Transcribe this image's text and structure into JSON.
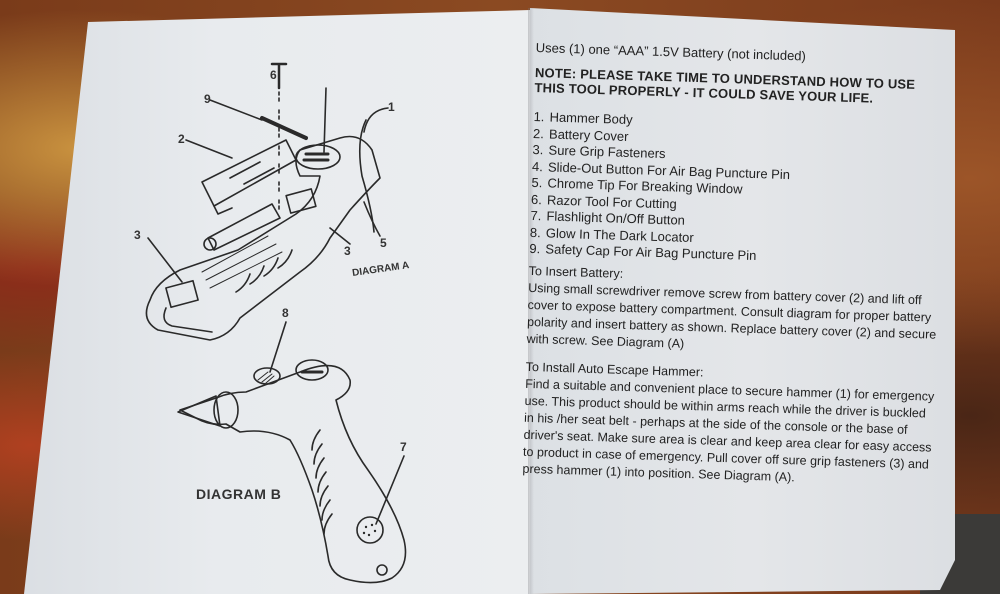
{
  "document": {
    "type": "instruction-sheet",
    "subject": "Auto Escape Hammer"
  },
  "diagrams": {
    "diagram_a": {
      "label": "DIAGRAM A",
      "callouts": [
        "1",
        "2",
        "3",
        "3",
        "5",
        "6",
        "9"
      ]
    },
    "diagram_b": {
      "label": "DIAGRAM B",
      "callouts": [
        "7",
        "8"
      ]
    }
  },
  "instructions": {
    "uses_line": "Uses (1) one  “AAA”  1.5V Battery (not included)",
    "note": "NOTE: PLEASE TAKE TIME TO UNDERSTAND HOW TO USE THIS TOOL PROPERLY - IT COULD SAVE YOUR LIFE.",
    "parts": [
      {
        "num": "1.",
        "name": "Hammer Body"
      },
      {
        "num": "2.",
        "name": "Battery Cover"
      },
      {
        "num": "3.",
        "name": "Sure Grip Fasteners"
      },
      {
        "num": "4.",
        "name": "Slide-Out Button For Air Bag Puncture Pin"
      },
      {
        "num": "5.",
        "name": "Chrome Tip For Breaking Window"
      },
      {
        "num": "6.",
        "name": "Razor Tool For Cutting"
      },
      {
        "num": "7.",
        "name": "Flashlight On/Off Button"
      },
      {
        "num": "8.",
        "name": "Glow In The Dark Locator"
      },
      {
        "num": "9.",
        "name": "Safety Cap For Air Bag Puncture Pin"
      }
    ],
    "insert_battery": {
      "title": "To Insert Battery:",
      "body": "Using small screwdriver remove screw from battery cover (2) and lift off cover to expose battery compartment. Consult diagram for proper battery polarity and insert battery as shown. Replace battery cover (2) and secure with screw. See Diagram (A)"
    },
    "install_hammer": {
      "title": "To Install Auto Escape Hammer:",
      "body": "Find a suitable and convenient place to secure hammer (1) for emergency use. This product should be within arms reach while the driver is buckled in his /her seat belt - perhaps at the side of the console or the base of driver's seat. Make sure area is clear and keep area clear for easy access to product in case of emergency. Pull cover off sure grip fasteners (3) and press hammer (1) into position. See Diagram (A)."
    }
  },
  "colors": {
    "paper": "#e4e6e9",
    "ink": "#222222",
    "background_fabric": "#8b4a22"
  }
}
